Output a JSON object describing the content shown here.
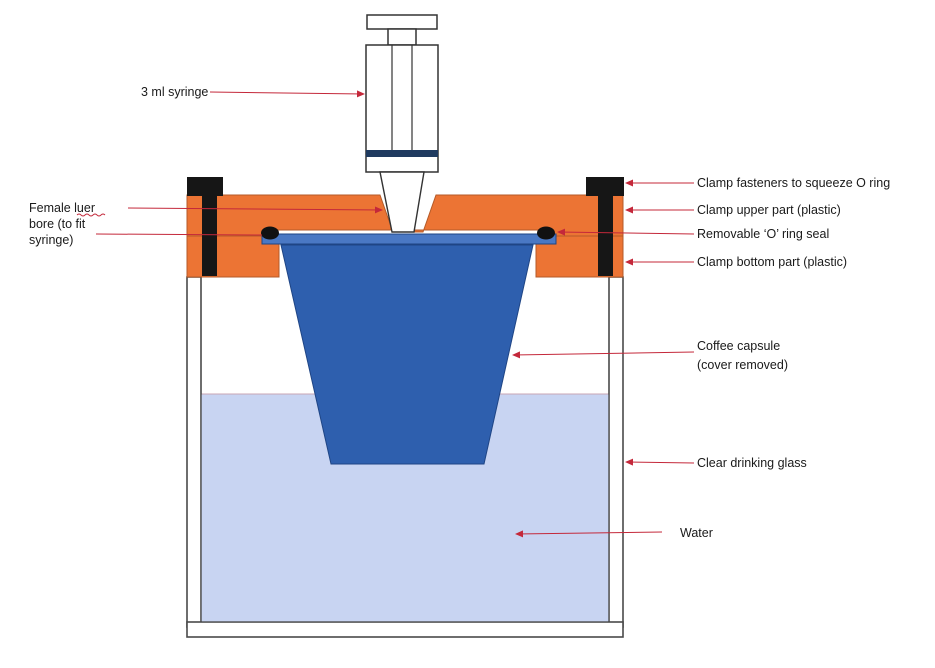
{
  "labels": {
    "syringe": "3 ml syringe",
    "female_luer_1": "Female luer",
    "female_luer_2": "bore (to fit",
    "female_luer_3": "syringe)",
    "clamp_fasteners": "Clamp fasteners to squeeze O ring",
    "clamp_upper": "Clamp upper part (plastic)",
    "o_ring": "Removable ‘O’ ring seal",
    "clamp_bottom": "Clamp bottom part (plastic)",
    "capsule_1": "Coffee capsule",
    "capsule_2": "(cover removed)",
    "glass": "Clear drinking glass",
    "water": "Water"
  },
  "colors": {
    "clamp": "#ec7434",
    "clamp_outline": "#b45a28",
    "capsule": "#2e5fae",
    "capsule_rim": "#4a78c4",
    "water": "#c8d4f2",
    "fastener": "#161616",
    "arrow": "#c4283a",
    "syringe_band": "#1f3a5f"
  }
}
